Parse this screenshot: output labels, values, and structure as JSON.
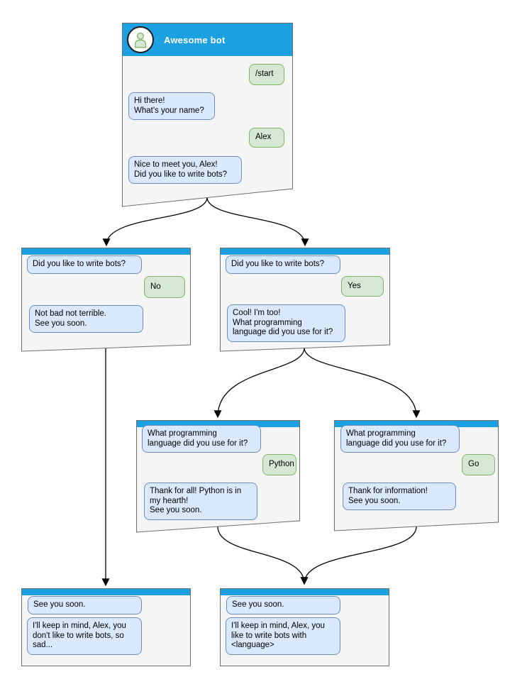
{
  "diagram_type": "chatbot-conversation-flowchart",
  "colors": {
    "header_blue": "#1BA1E2",
    "bot_bubble_fill": "#DAE8FC",
    "bot_bubble_border": "#6C8EBF",
    "user_bubble_fill": "#D5E8D4",
    "user_bubble_border": "#82B366",
    "window_fill": "#F5F5F5",
    "window_border": "#6E6E6E",
    "arrow": "#000000",
    "title_text": "#FFFFFF"
  },
  "windows": [
    {
      "id": "root",
      "title": "Awesome bot",
      "avatar_icon": "person-icon",
      "messages": [
        {
          "from": "user",
          "text": "/start"
        },
        {
          "from": "bot",
          "text": "Hi there!\nWhat's your name?"
        },
        {
          "from": "user",
          "text": "Alex"
        },
        {
          "from": "bot",
          "text": "Nice to meet you, Alex!\nDid you like to write bots?"
        }
      ]
    },
    {
      "id": "no-branch",
      "messages": [
        {
          "from": "bot",
          "text": "Did you like to write bots?"
        },
        {
          "from": "user",
          "text": "No"
        },
        {
          "from": "bot",
          "text": "Not bad not terrible.\nSee you soon."
        }
      ]
    },
    {
      "id": "yes-branch",
      "messages": [
        {
          "from": "bot",
          "text": "Did you like to write bots?"
        },
        {
          "from": "user",
          "text": "Yes"
        },
        {
          "from": "bot",
          "text": "Cool! I'm too!\nWhat programming\nlanguage did you use for it?"
        }
      ]
    },
    {
      "id": "python-branch",
      "messages": [
        {
          "from": "bot",
          "text": "What programming\nlanguage did you use for it?"
        },
        {
          "from": "user",
          "text": "Python"
        },
        {
          "from": "bot",
          "text": "Thank for all! Python is in\nmy hearth!\nSee you soon."
        }
      ]
    },
    {
      "id": "go-branch",
      "messages": [
        {
          "from": "bot",
          "text": "What programming\nlanguage did you use for it?"
        },
        {
          "from": "user",
          "text": "Go"
        },
        {
          "from": "bot",
          "text": "Thank for information!\nSee you soon."
        }
      ]
    },
    {
      "id": "end-no",
      "messages": [
        {
          "from": "bot",
          "text": "See you soon."
        },
        {
          "from": "bot",
          "text": "I'll keep in mind, Alex, you\ndon't like to write bots, so\nsad..."
        }
      ]
    },
    {
      "id": "end-yes",
      "messages": [
        {
          "from": "bot",
          "text": "See you soon."
        },
        {
          "from": "bot",
          "text": "I'll keep in mind, Alex, you\nlike to write bots with\n<language>"
        }
      ]
    }
  ],
  "connections": [
    {
      "from": "root",
      "to": "no-branch"
    },
    {
      "from": "root",
      "to": "yes-branch"
    },
    {
      "from": "no-branch",
      "to": "end-no"
    },
    {
      "from": "yes-branch",
      "to": "python-branch"
    },
    {
      "from": "yes-branch",
      "to": "go-branch"
    },
    {
      "from": "python-branch",
      "to": "end-yes"
    },
    {
      "from": "go-branch",
      "to": "end-yes"
    }
  ]
}
